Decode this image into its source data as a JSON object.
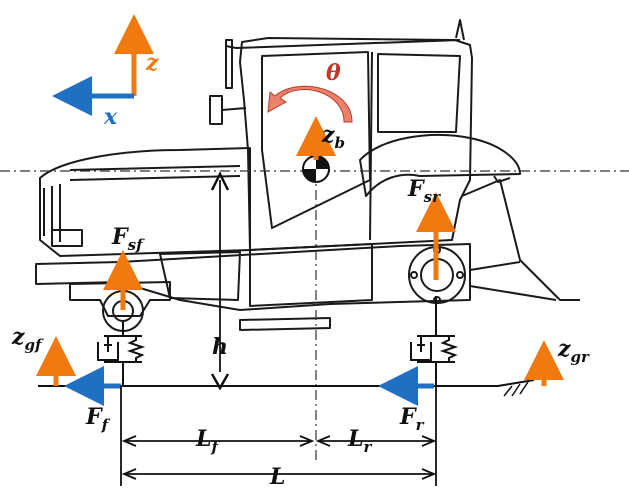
{
  "colors": {
    "orange": "#f07a10",
    "blue": "#1f6fc2",
    "red": "#c0392b",
    "outline": "#1a1a1a",
    "rotation_arrow": "#e8826a"
  },
  "icons": {
    "center_of_mass": "checkered-circle-icon",
    "spring_damper": "spring-damper-icon",
    "ground_hatch": "ground-hatch-icon"
  },
  "labels": {
    "axis_x": "x",
    "axis_z": "z",
    "theta": "θ",
    "zb": {
      "main": "z",
      "sub": "b"
    },
    "Fsf": {
      "main": "F",
      "sub": "sf"
    },
    "Fsr": {
      "main": "F",
      "sub": "sr"
    },
    "zgf": {
      "main": "z",
      "sub": "gf"
    },
    "zgr": {
      "main": "z",
      "sub": "gr"
    },
    "h": "h",
    "Ff": {
      "main": "F",
      "sub": "f"
    },
    "Fr": {
      "main": "F",
      "sub": "r"
    },
    "Lf": {
      "main": "L",
      "sub": "f"
    },
    "Lr": {
      "main": "L",
      "sub": "r"
    },
    "L": "L"
  }
}
